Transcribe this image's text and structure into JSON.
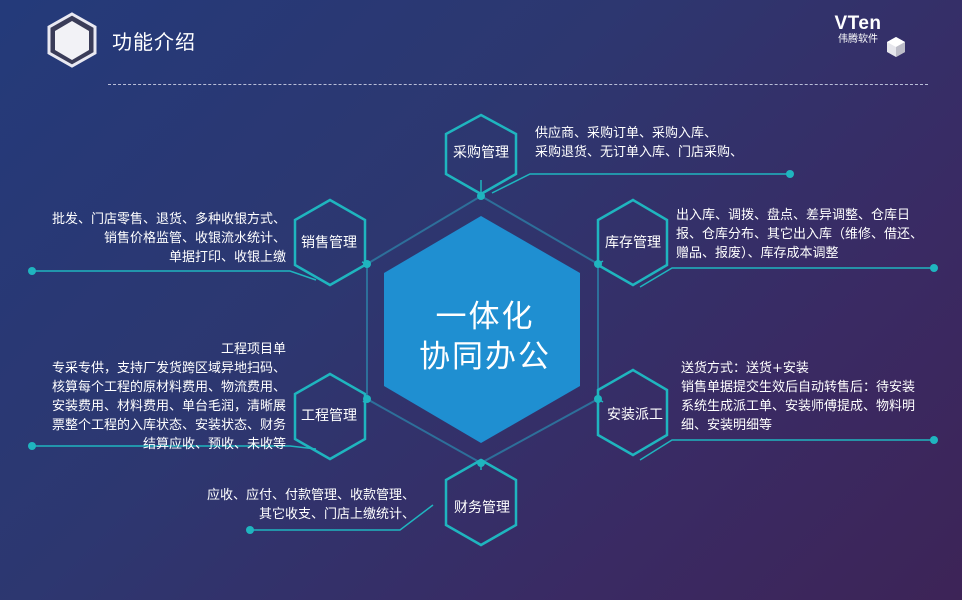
{
  "page": {
    "title": "功能介绍"
  },
  "logo": {
    "mark": "VTen",
    "name": "伟腾软件"
  },
  "center": {
    "line1": "一体化",
    "line2": "协同办公"
  },
  "modules": {
    "purchase": {
      "label": "采购管理",
      "desc": [
        "供应商、采购订单、采购入库、",
        "采购退货、无订单入库、门店采购、"
      ]
    },
    "inventory": {
      "label": "库存管理",
      "desc": [
        "出入库、调拨、盘点、差异调整、仓库日",
        "报、仓库分布、其它出入库（维修、借还、",
        "赠品、报废）、库存成本调整"
      ]
    },
    "install": {
      "label": "安装派工",
      "desc": [
        "送货方式：送货+安装",
        "销售单据提交生效后自动转售后：待安装",
        "系统生成派工单、安装师傅提成、物料明",
        "细、安装明细等"
      ]
    },
    "finance": {
      "label": "财务管理",
      "desc": [
        "应收、应付、付款管理、收款管理、",
        "其它收支、门店上缴统计、"
      ]
    },
    "project": {
      "label": "工程管理",
      "desc": [
        "工程项目单",
        "专采专供，支持厂发货跨区域异地扫码、",
        "核算每个工程的原材料费用、物流费用、",
        "安装费用、材料费用、单台毛润，清晰展",
        "票整个工程的入库状态、安装状态、财务",
        "结算应收、预收、未收等"
      ]
    },
    "sales": {
      "label": "销售管理",
      "desc": [
        "批发、门店零售、退货、多种收银方式、",
        "销售价格监管、收银流水统计、",
        "单据打印、收银上缴"
      ]
    }
  },
  "colors": {
    "accent": "#1fb5bf",
    "core": "#1f8fd1",
    "frame": "#2d6f9a"
  }
}
